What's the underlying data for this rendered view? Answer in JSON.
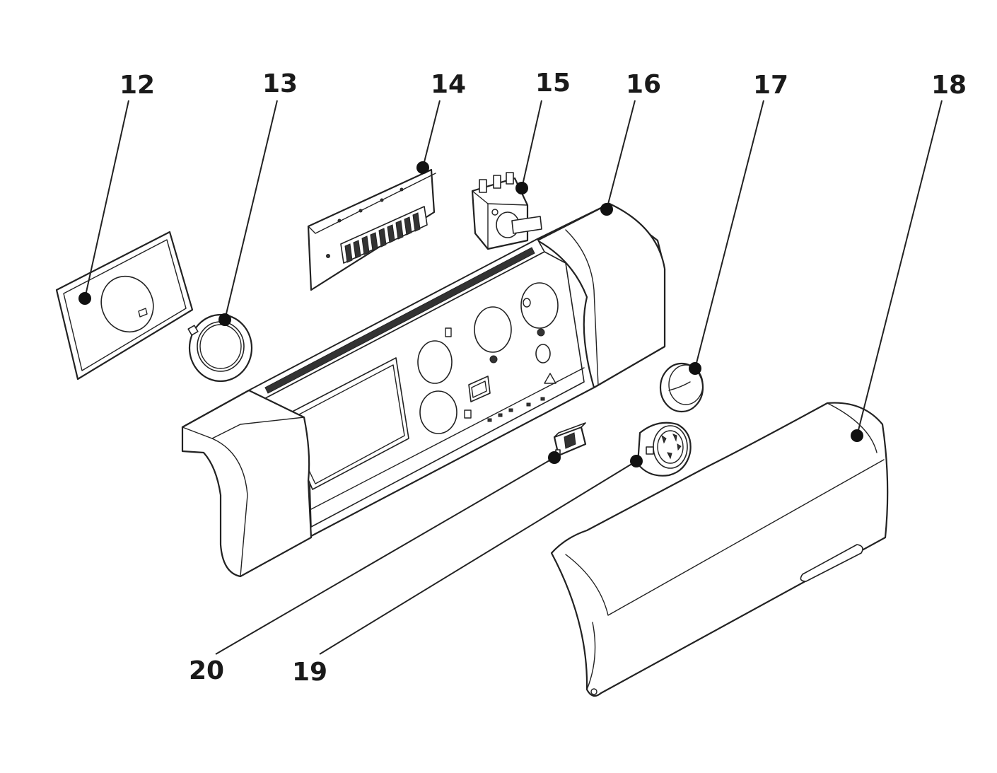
{
  "diagram": {
    "callouts": [
      {
        "id": "12",
        "label": "12"
      },
      {
        "id": "13",
        "label": "13"
      },
      {
        "id": "14",
        "label": "14"
      },
      {
        "id": "15",
        "label": "15"
      },
      {
        "id": "16",
        "label": "16"
      },
      {
        "id": "17",
        "label": "17"
      },
      {
        "id": "18",
        "label": "18"
      },
      {
        "id": "19",
        "label": "19"
      },
      {
        "id": "20",
        "label": "20"
      }
    ],
    "colors": {
      "line": "#222222",
      "background": "#ffffff"
    }
  }
}
